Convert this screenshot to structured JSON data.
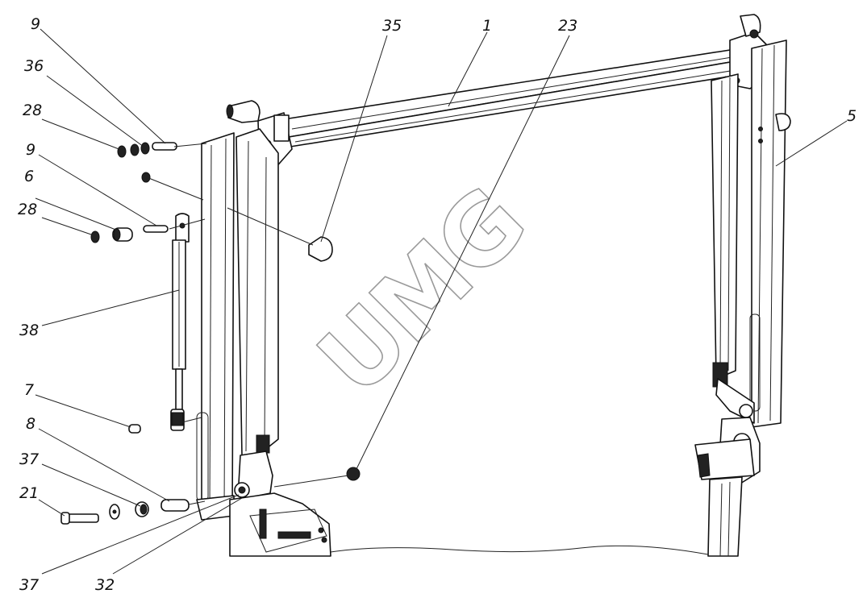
{
  "watermark": "UMG",
  "callouts": [
    {
      "id": "c-9a",
      "label": "9"
    },
    {
      "id": "c-36",
      "label": "36"
    },
    {
      "id": "c-28a",
      "label": "28"
    },
    {
      "id": "c-9b",
      "label": "9"
    },
    {
      "id": "c-6",
      "label": "6"
    },
    {
      "id": "c-28b",
      "label": "28"
    },
    {
      "id": "c-38",
      "label": "38"
    },
    {
      "id": "c-7",
      "label": "7"
    },
    {
      "id": "c-8",
      "label": "8"
    },
    {
      "id": "c-37a",
      "label": "37"
    },
    {
      "id": "c-21",
      "label": "21"
    },
    {
      "id": "c-37b",
      "label": "37"
    },
    {
      "id": "c-32",
      "label": "32"
    },
    {
      "id": "c-35",
      "label": "35"
    },
    {
      "id": "c-1",
      "label": "1"
    },
    {
      "id": "c-23",
      "label": "23"
    },
    {
      "id": "c-5",
      "label": "5"
    }
  ]
}
